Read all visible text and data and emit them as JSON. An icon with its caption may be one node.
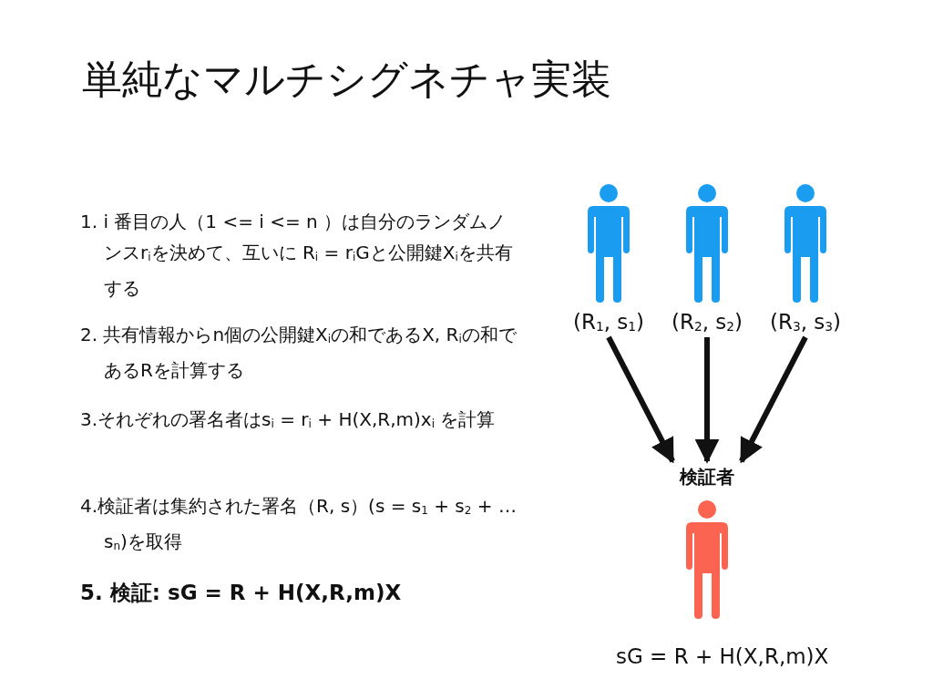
{
  "diagram": {
    "title": "単純なマルチシグネチャ実装",
    "nodes": [
      {
        "text": [],
        "shape": "person",
        "beside": [
          "(R$_{1}$, s$_{1}$)"
        ]
      },
      {
        "text": [],
        "shape": "person",
        "beside": [
          "(R$_{2}$, s$_{2}$)"
        ]
      },
      {
        "text": [],
        "shape": "person",
        "beside": [
          "(R$_{3}$, s$_{3}$)"
        ]
      },
      {
        "text": [],
        "shape": "person",
        "beside": [
          "検証者",
          "sG = R + H(X,R,m)X"
        ]
      }
    ],
    "edges": [
      {
        "from": 0,
        "to": 3,
        "arrow": "to"
      },
      {
        "from": 1,
        "to": 3,
        "arrow": "to"
      },
      {
        "from": 2,
        "to": 3,
        "arrow": "to"
      }
    ],
    "labels": [
      "1. i 番目の人（1 <= i <= n ）は自分のランダムノンスr$_{i}$を決めて、互いに R$_{i}$ = r$_{i}$Gと公開鍵X$_{i}$を共有する",
      "2. 共有情報からn個の公開鍵X$_{i}$の和であるX, R$_{i}$の和であるRを計算する",
      "3.それぞれの署名者はs$_{i}$ = r$_{i}$ + H(X,R,m)x$_{i}$ を計算",
      "4.検証者は集約された署名（R, s）(s = s$_{1}$ + s$_{2}$ + … s$_{n}$)を取得",
      "5. 検証: sG = R + H(X,R,m)X"
    ]
  }
}
